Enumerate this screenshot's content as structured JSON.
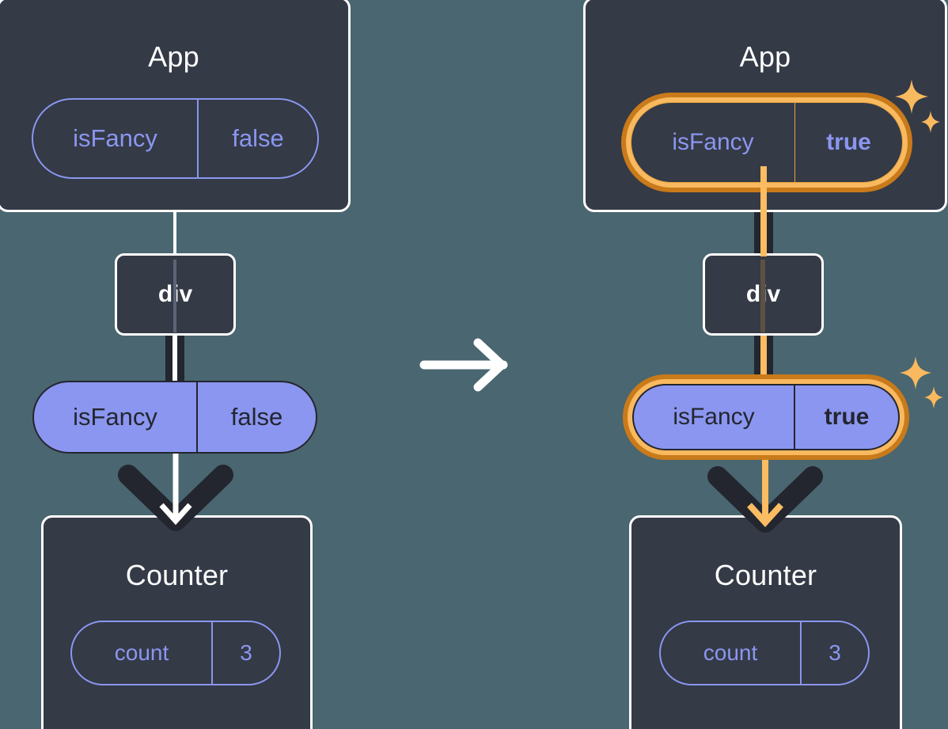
{
  "diagram": {
    "title_semantic": "react-state-propagation-before-after",
    "transition_icon": "right-arrow-icon",
    "colors": {
      "background": "#4a6670",
      "node_fill": "#343a46",
      "node_stroke": "#ffffff",
      "accent_purple": "#8b96f0",
      "dark_line": "#23262f",
      "highlight_orange_dark": "#c97a1a",
      "highlight_orange_light": "#f9b95f",
      "sparkle": "#f9b95f"
    }
  },
  "before": {
    "app": {
      "title": "App",
      "state": {
        "name": "isFancy",
        "value": "false"
      }
    },
    "div": {
      "title": "div"
    },
    "prop": {
      "name": "isFancy",
      "value": "false"
    },
    "counter": {
      "title": "Counter",
      "state": {
        "name": "count",
        "value": "3"
      }
    }
  },
  "after": {
    "app": {
      "title": "App",
      "state": {
        "name": "isFancy",
        "value": "true"
      },
      "highlighted": true,
      "sparkle_icon": "sparkles-icon"
    },
    "div": {
      "title": "div"
    },
    "prop": {
      "name": "isFancy",
      "value": "true",
      "highlighted": true,
      "sparkle_icon": "sparkles-icon"
    },
    "counter": {
      "title": "Counter",
      "state": {
        "name": "count",
        "value": "3"
      }
    }
  }
}
